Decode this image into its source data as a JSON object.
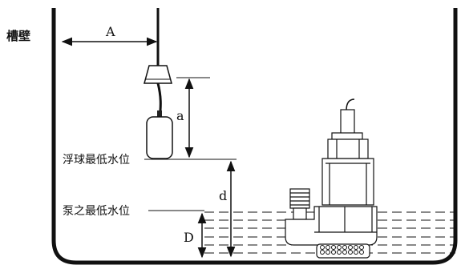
{
  "labels": {
    "tank_wall": "槽壁",
    "float_min_level": "浮球最低水位",
    "pump_min_level": "泵之最低水位"
  },
  "dimensions": {
    "A": "A",
    "a": "a",
    "d": "d",
    "D": "D"
  }
}
